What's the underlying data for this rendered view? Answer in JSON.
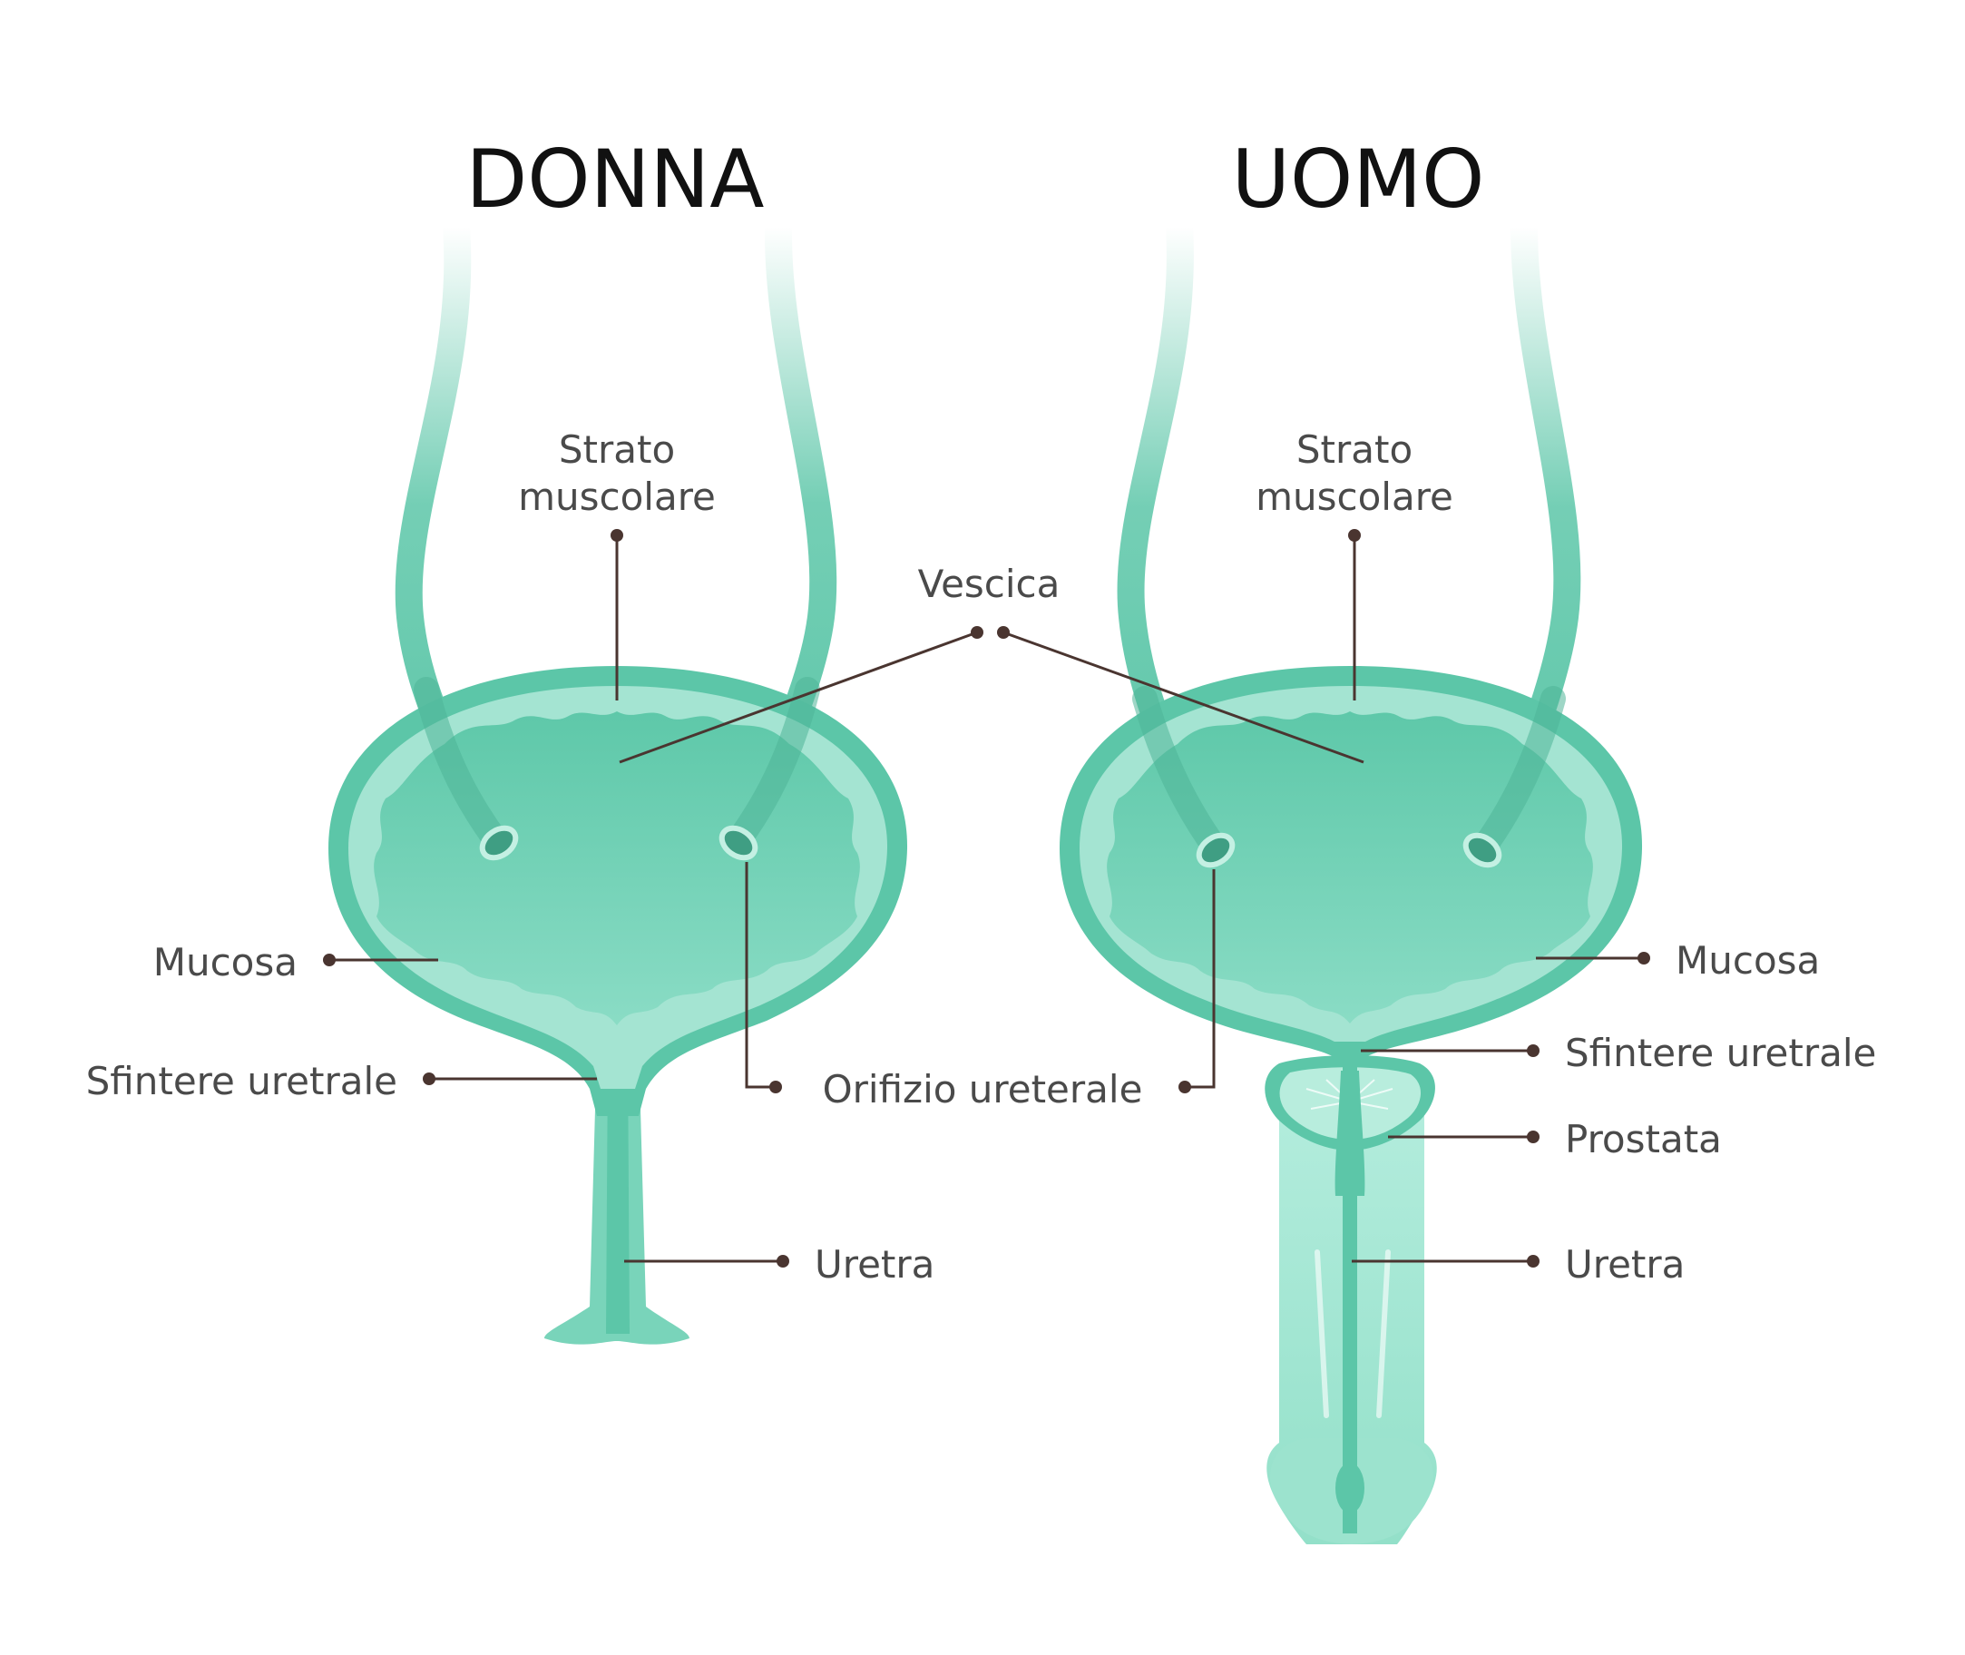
{
  "titles": {
    "female": "DONNA",
    "male": "UOMO"
  },
  "labels": {
    "muscle_layer_female": [
      "Strato",
      "muscolare"
    ],
    "muscle_layer_male": [
      "Strato",
      "muscolare"
    ],
    "bladder": "Vescica",
    "mucosa_female": "Mucosa",
    "mucosa_male": "Mucosa",
    "sphincter_female": "Sfintere uretrale",
    "sphincter_male": "Sfintere uretrale",
    "ureteral_orifice": "Orifizio ureterale",
    "urethra_female": "Uretra",
    "urethra_male": "Uretra",
    "prostate": "Prostata"
  },
  "colors": {
    "bladder_outer": "#5cc6a8",
    "bladder_wall": "#a4e4d2",
    "bladder_lumen_top": "#5ec8a9",
    "bladder_lumen_bottom": "#85dbc3",
    "ureter": "#5cc6a8",
    "leader_line": "#4a3530",
    "label_text": "#4a4a4a",
    "title_text": "#111111"
  }
}
